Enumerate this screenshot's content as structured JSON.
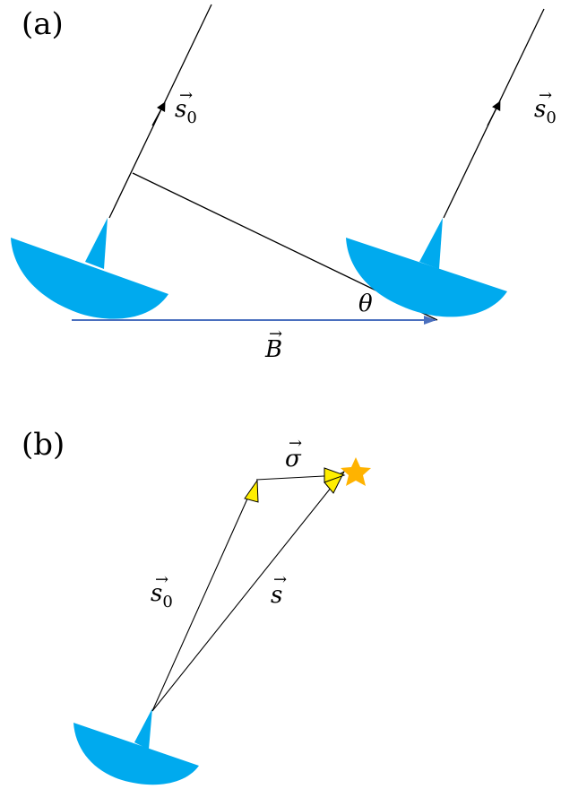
{
  "colors": {
    "dish": "#00aaee",
    "baseline": "#4a6fbe",
    "arrowhead": "#ffee00",
    "star": "#ffb300",
    "line": "#000000"
  },
  "panel_a": {
    "label": "(a)",
    "s0_left": {
      "vec": "s",
      "arrow": "→",
      "sub": "0"
    },
    "s0_right": {
      "vec": "s",
      "arrow": "→",
      "sub": "0"
    },
    "theta": "θ",
    "baseline": {
      "vec": "B",
      "arrow": "→"
    }
  },
  "panel_b": {
    "label": "(b)",
    "sigma": {
      "vec": "σ",
      "arrow": "→"
    },
    "s0": {
      "vec": "s",
      "arrow": "→",
      "sub": "0"
    },
    "s": {
      "vec": "s",
      "arrow": "→"
    }
  },
  "icons": [
    "dish-antenna-icon",
    "star-icon"
  ]
}
